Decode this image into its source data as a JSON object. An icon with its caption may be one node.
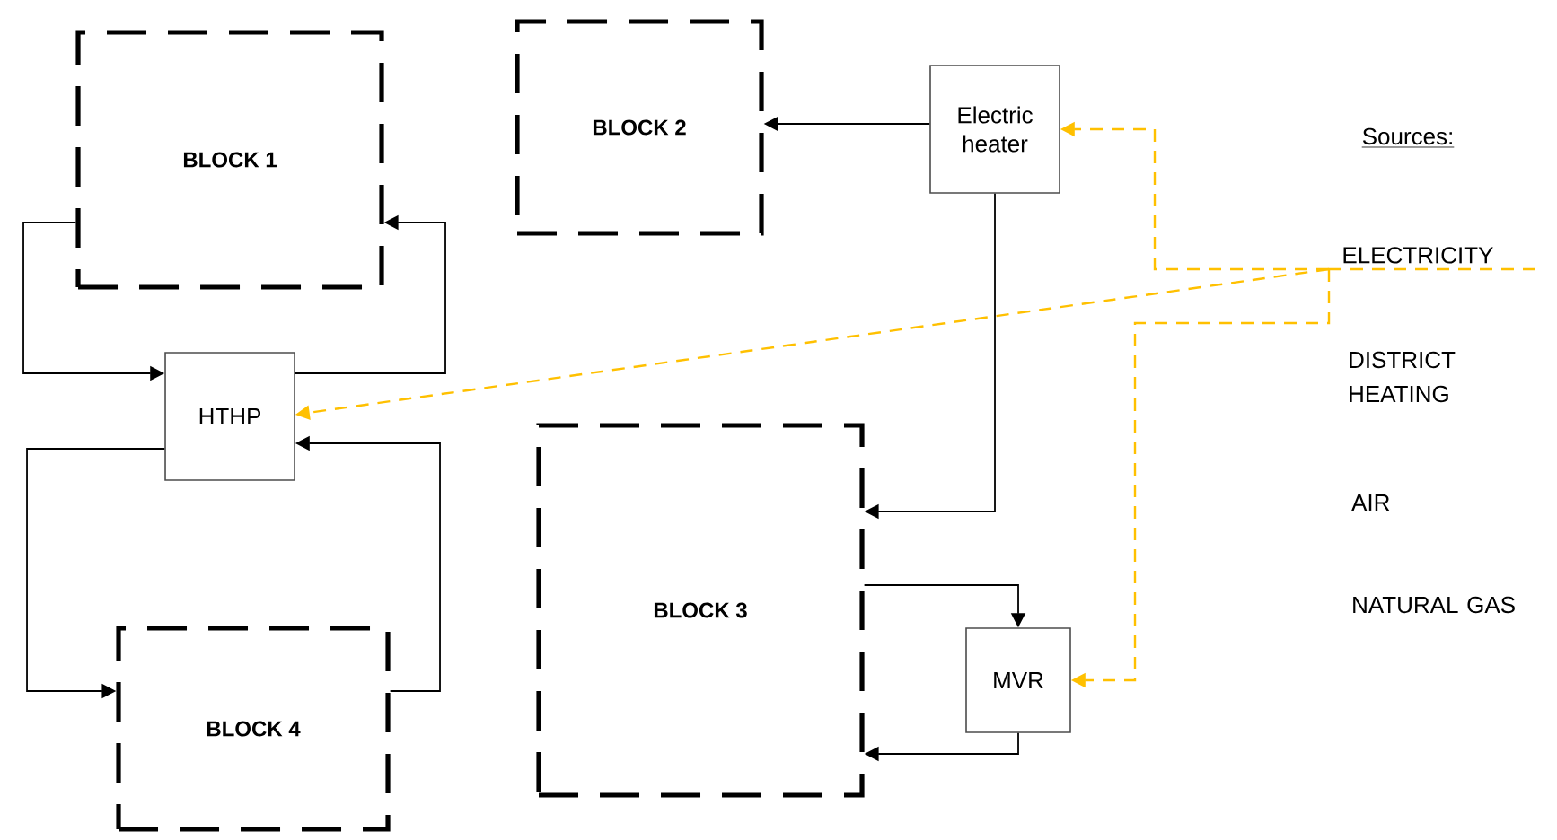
{
  "diagram": {
    "nodes": [
      {
        "text": [
          "BLOCK 1"
        ]
      },
      {
        "text": [
          "BLOCK 2"
        ]
      },
      {
        "text": [
          "Electric heater"
        ]
      },
      {
        "text": [
          "HTHP"
        ]
      },
      {
        "text": [
          "BLOCK 3"
        ]
      },
      {
        "text": [
          "MVR"
        ]
      },
      {
        "text": [
          "BLOCK 4"
        ]
      },
      {
        "text": [
          "ELECTRICITY"
        ]
      }
    ],
    "edges": [
      {
        "from": 0,
        "to": 3,
        "arrow": "to"
      },
      {
        "from": 3,
        "to": 0,
        "arrow": "to"
      },
      {
        "from": 3,
        "to": 6,
        "arrow": "to"
      },
      {
        "from": 6,
        "to": 3,
        "arrow": "to"
      },
      {
        "from": 2,
        "to": 1,
        "arrow": "to"
      },
      {
        "from": 2,
        "to": 4,
        "arrow": "to"
      },
      {
        "from": 4,
        "to": 5,
        "arrow": "to"
      },
      {
        "from": 5,
        "to": 4,
        "arrow": "to"
      },
      {
        "from": 7,
        "to": 2,
        "arrow": "to",
        "style": "dashed",
        "color": "#ffc000"
      },
      {
        "from": 7,
        "to": 3,
        "arrow": "to",
        "style": "dashed",
        "color": "#ffc000"
      },
      {
        "from": 7,
        "to": 5,
        "arrow": "to",
        "style": "dashed",
        "color": "#ffc000"
      }
    ],
    "labels": [
      "Sources:",
      "DISTRICT HEATING",
      "AIR",
      "NATURAL GAS"
    ]
  }
}
